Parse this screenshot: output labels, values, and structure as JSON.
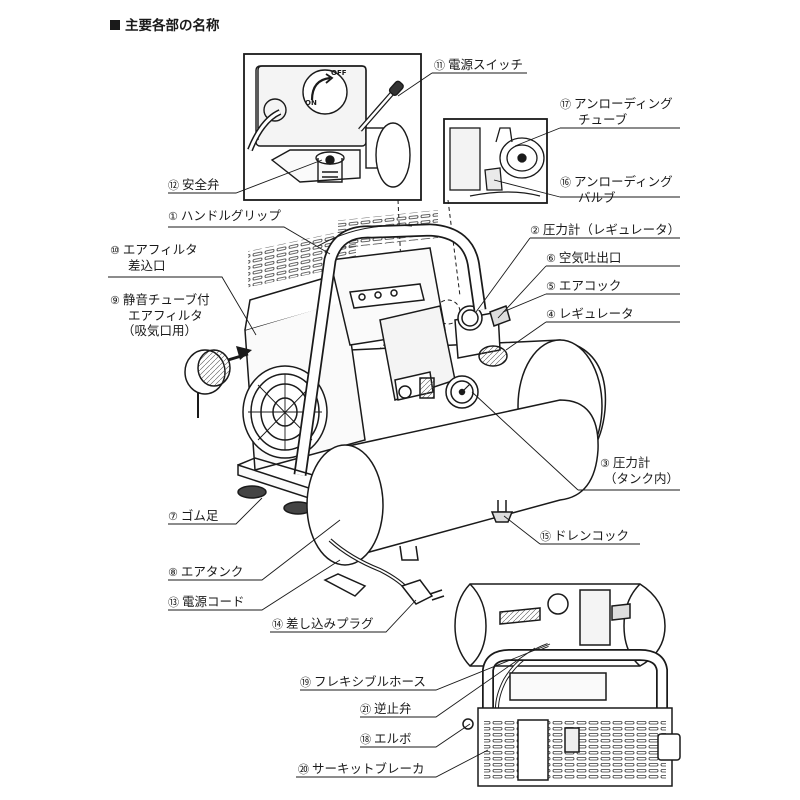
{
  "title": "主要各部の名称",
  "inset_text": {
    "off": "OFF",
    "on": "ON"
  },
  "labels": {
    "l11": {
      "num": "⑪",
      "lines": [
        "電源スイッチ"
      ]
    },
    "l17": {
      "num": "⑰",
      "lines": [
        "アンローディング",
        "チューブ"
      ]
    },
    "l12": {
      "num": "⑫",
      "lines": [
        "安全弁"
      ]
    },
    "l16": {
      "num": "⑯",
      "lines": [
        "アンローディング",
        "バルブ"
      ]
    },
    "l1": {
      "num": "①",
      "lines": [
        "ハンドルグリップ"
      ]
    },
    "l2": {
      "num": "②",
      "lines": [
        "圧力計（レギュレータ）"
      ]
    },
    "l10": {
      "num": "⑩",
      "lines": [
        "エアフィルタ",
        "差込口"
      ]
    },
    "l6": {
      "num": "⑥",
      "lines": [
        "空気吐出口"
      ]
    },
    "l5": {
      "num": "⑤",
      "lines": [
        "エアコック"
      ]
    },
    "l9": {
      "num": "⑨",
      "lines": [
        "静音チューブ付",
        "エアフィルタ",
        "（吸気口用）"
      ]
    },
    "l4": {
      "num": "④",
      "lines": [
        "レギュレータ"
      ]
    },
    "l3": {
      "num": "③",
      "lines": [
        "圧力計",
        "（タンク内）"
      ]
    },
    "l7": {
      "num": "⑦",
      "lines": [
        "ゴム足"
      ]
    },
    "l15": {
      "num": "⑮",
      "lines": [
        "ドレンコック"
      ]
    },
    "l8": {
      "num": "⑧",
      "lines": [
        "エアタンク"
      ]
    },
    "l13": {
      "num": "⑬",
      "lines": [
        "電源コード"
      ]
    },
    "l14": {
      "num": "⑭",
      "lines": [
        "差し込みプラグ"
      ]
    },
    "l19": {
      "num": "⑲",
      "lines": [
        "フレキシブルホース"
      ]
    },
    "l21": {
      "num": "㉑",
      "lines": [
        "逆止弁"
      ]
    },
    "l18": {
      "num": "⑱",
      "lines": [
        "エルボ"
      ]
    },
    "l20": {
      "num": "⑳",
      "lines": [
        "サーキットブレーカ"
      ]
    }
  }
}
